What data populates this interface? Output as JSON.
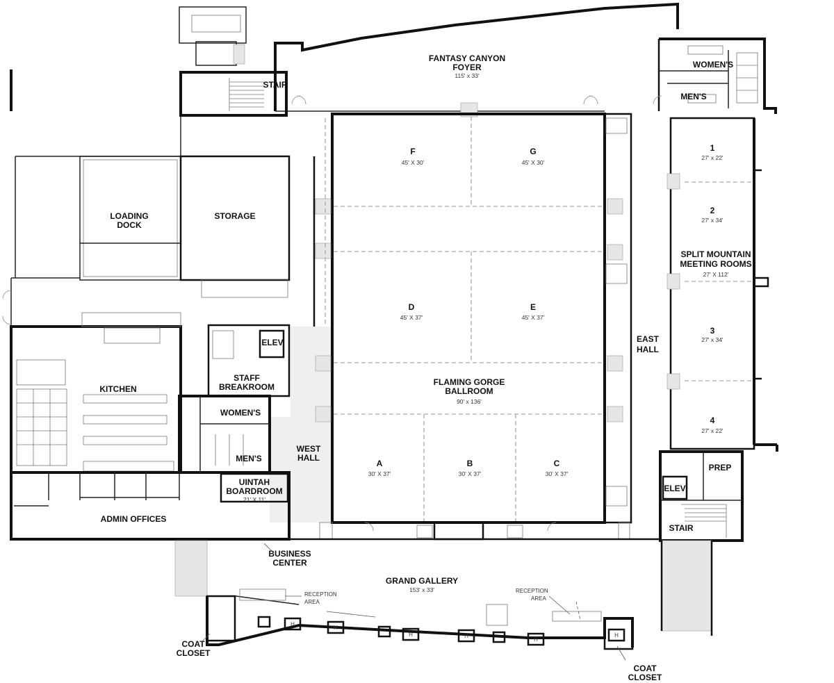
{
  "rooms": {
    "fantasy_canyon": {
      "name_line1": "FANTASY CANYON",
      "name_line2": "FOYER",
      "dims": "115' x 33'"
    },
    "stair_north": {
      "name": "STAIR"
    },
    "womens_east": {
      "name": "WOMEN'S"
    },
    "mens_east": {
      "name": "MEN'S"
    },
    "room_f": {
      "name": "F",
      "dims": "45' X 30'"
    },
    "room_g": {
      "name": "G",
      "dims": "45' X 30'"
    },
    "loading_dock": {
      "name_line1": "LOADING",
      "name_line2": "DOCK"
    },
    "storage": {
      "name": "STORAGE"
    },
    "room_d": {
      "name": "D",
      "dims": "45' X 37'"
    },
    "room_e": {
      "name": "E",
      "dims": "45' X 37'"
    },
    "ballroom": {
      "name_line1": "FLAMING GORGE",
      "name_line2": "BALLROOM",
      "dims": "90' x 136'"
    },
    "room_a": {
      "name": "A",
      "dims": "30' X 37'"
    },
    "room_b": {
      "name": "B",
      "dims": "30' X 37'"
    },
    "room_c": {
      "name": "C",
      "dims": "30' X 37'"
    },
    "split_1": {
      "name": "1",
      "dims": "27' x 22'"
    },
    "split_2": {
      "name": "2",
      "dims": "27' x 34'"
    },
    "split_mountain": {
      "name_line1": "SPLIT MOUNTAIN",
      "name_line2": "MEETING ROOMS",
      "dims": "27' X 112'"
    },
    "split_3": {
      "name": "3",
      "dims": "27' x 34'"
    },
    "split_4": {
      "name": "4",
      "dims": "27' x 22'"
    },
    "east_hall": {
      "name_line1": "EAST",
      "name_line2": "HALL"
    },
    "prep": {
      "name": "PREP"
    },
    "elev_east": {
      "name": "ELEV"
    },
    "stair_east": {
      "name": "STAIR"
    },
    "elev_center": {
      "name": "ELEV"
    },
    "kitchen": {
      "name": "KITCHEN"
    },
    "staff_breakroom": {
      "name_line1": "STAFF",
      "name_line2": "BREAKROOM"
    },
    "womens_west": {
      "name": "WOMEN'S"
    },
    "mens_west": {
      "name": "MEN'S"
    },
    "west_hall": {
      "name_line1": "WEST",
      "name_line2": "HALL"
    },
    "uintah": {
      "name_line1": "UINTAH",
      "name_line2": "BOARDROOM",
      "dims": "21' X 11'"
    },
    "admin_offices": {
      "name": "ADMIN OFFICES"
    },
    "business_center": {
      "name_line1": "BUSINESS",
      "name_line2": "CENTER"
    },
    "grand_gallery": {
      "name": "GRAND GALLERY",
      "dims": "153' x 33'"
    },
    "reception_west": {
      "line1": "RECEPTION",
      "line2": "AREA"
    },
    "reception_east": {
      "line1": "RECEPTION",
      "line2": "AREA"
    },
    "coat_closet_west": {
      "line1": "COAT",
      "line2": "CLOSET"
    },
    "coat_closet_east": {
      "line1": "COAT",
      "line2": "CLOSET"
    }
  },
  "gallery_marks": {
    "h1": "H",
    "h2": "H",
    "h3": "H",
    "h4": "H",
    "h5": "H",
    "h6": "H"
  },
  "colors": {
    "wall": "#111111",
    "partition": "#aaaaaa",
    "hall_fill": "#efefef",
    "background": "#ffffff"
  }
}
